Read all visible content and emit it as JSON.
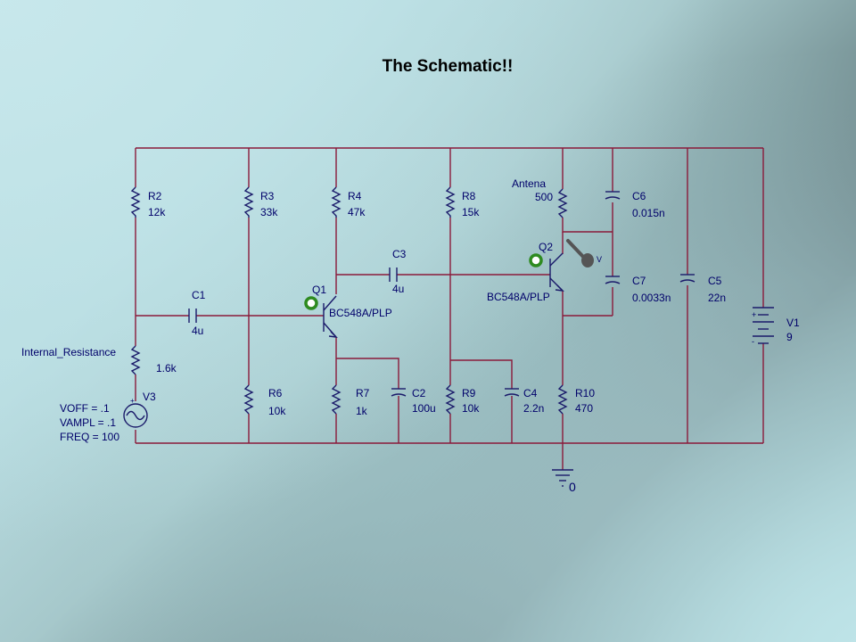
{
  "title": "The Schematic!!",
  "components": {
    "R2": {
      "ref": "R2",
      "value": "12k"
    },
    "R3": {
      "ref": "R3",
      "value": "33k"
    },
    "R4": {
      "ref": "R4",
      "value": "47k"
    },
    "R8": {
      "ref": "R8",
      "value": "15k"
    },
    "Antena": {
      "ref": "Antena",
      "value": "500"
    },
    "C6": {
      "ref": "C6",
      "value": "0.015n"
    },
    "C7": {
      "ref": "C7",
      "value": "0.0033n"
    },
    "C5": {
      "ref": "C5",
      "value": "22n"
    },
    "V1": {
      "ref": "V1",
      "value": "9"
    },
    "C1": {
      "ref": "C1",
      "value": "4u"
    },
    "C3": {
      "ref": "C3",
      "value": "4u"
    },
    "Q1": {
      "ref": "Q1",
      "model": "BC548A/PLP"
    },
    "Q2": {
      "ref": "Q2",
      "model": "BC548A/PLP"
    },
    "Rint": {
      "ref": "Internal_Resistance",
      "value": "1.6k"
    },
    "V3": {
      "ref": "V3",
      "voff": "VOFF = .1",
      "vampl": "VAMPL = .1",
      "freq": "FREQ = 100"
    },
    "R6": {
      "ref": "R6",
      "value": "10k"
    },
    "R7": {
      "ref": "R7",
      "value": "1k"
    },
    "C2": {
      "ref": "C2",
      "value": "100u"
    },
    "R9": {
      "ref": "R9",
      "value": "10k"
    },
    "C4": {
      "ref": "C4",
      "value": "2.2n"
    },
    "R10": {
      "ref": "R10",
      "value": "470"
    },
    "GND": {
      "ref": "0"
    },
    "probe": {
      "label": "V"
    }
  }
}
